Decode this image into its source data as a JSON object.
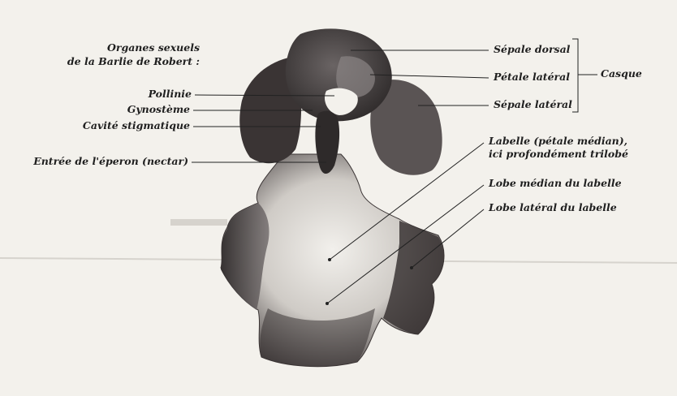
{
  "title": {
    "line1": "Organes sexuels",
    "line2": "de la Barlie de Robert :"
  },
  "labels": {
    "pollinie": "Pollinie",
    "gynosteme": "Gynostème",
    "cavite": "Cavité stigmatique",
    "entree": "Entrée de l'éperon (nectar)",
    "sepale_dorsal": "Sépale dorsal",
    "petale_lateral": "Pétale latéral",
    "sepale_lateral": "Sépale latéral",
    "casque": "Casque",
    "labelle_line1": "Labelle (pétale médian),",
    "labelle_line2": "ici profondément trilobé",
    "lobe_median": "Lobe médian du labelle",
    "lobe_lateral": "Lobe latéral du labelle"
  },
  "colors": {
    "paper": "#f3f1ec",
    "ink": "#1f1f1f",
    "flower_dark": "#3a3434",
    "flower_mid": "#6e6868",
    "flower_light": "#e9e7e3"
  }
}
